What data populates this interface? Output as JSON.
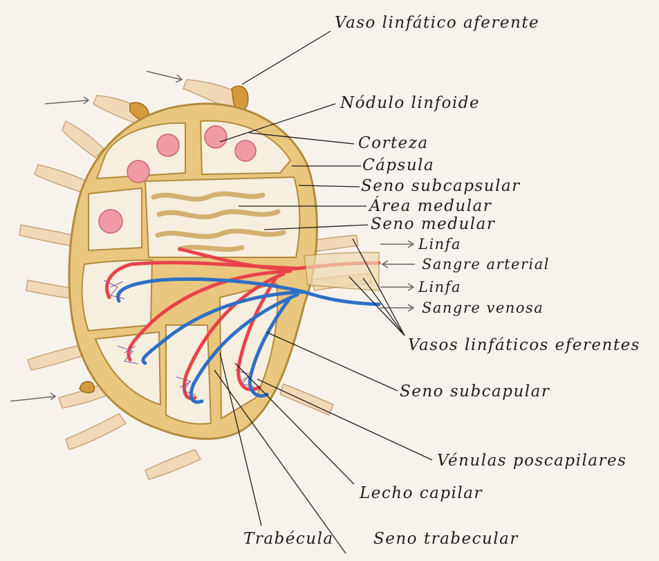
{
  "labels": {
    "vaso_aferente": "Vaso linfático aferente",
    "nodulo": "Nódulo linfoide",
    "corteza": "Corteza",
    "capsula": "Cápsula",
    "seno_subcapsular": "Seno subcapsular",
    "area_medular": "Área medular",
    "seno_medular": "Seno medular",
    "linfa_1": "Linfa",
    "sangre_arterial": "Sangre arterial",
    "linfa_2": "Linfa",
    "sangre_venosa": "Sangre venosa",
    "vasos_eferentes": "Vasos linfáticos eferentes",
    "seno_subcapular": "Seno subcapular",
    "venulas": "Vénulas poscapilares",
    "lecho": "Lecho capilar",
    "trabecula": "Trabécula",
    "seno_trabecular": "Seno trabecular"
  },
  "colors": {
    "capsule": "#e9c77e",
    "capsule_edge": "#b38a3c",
    "nodule": "#ef9aa4",
    "artery": "#e8434a",
    "vein": "#2f6fc6",
    "medulla_fill": "#f2e3c6",
    "background": "#f7f3ec",
    "line": "#1f1d1c"
  }
}
